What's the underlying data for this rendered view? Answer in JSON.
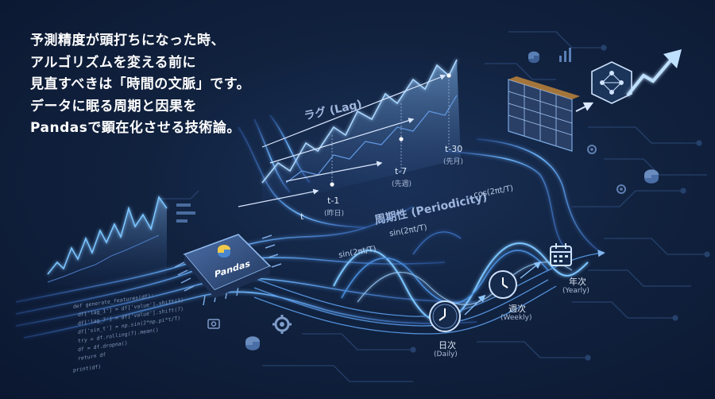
{
  "headline": {
    "lines": [
      "予測精度が頭打ちになった時、",
      "アルゴリズムを変える前に",
      "見直すべきは「時間の文脈」です。",
      "データに眠る周期と因果を",
      "Pandasで顕在化させる技術論。"
    ]
  },
  "lag": {
    "title": "ラグ (Lag)",
    "t_label": "t",
    "points": [
      {
        "label": "t-1",
        "sub": "(昨日)"
      },
      {
        "label": "t-7",
        "sub": "(先週)"
      },
      {
        "label": "t-30",
        "sub": "(先月)"
      }
    ]
  },
  "periodicity": {
    "title": "周期性 (Periodicity)",
    "sin_formula": "sin(2πt/T)",
    "cos_formula": "cos(2πt/T)",
    "sin_formula_2": "sin(2πt/T)"
  },
  "cycles": [
    {
      "label": "日次",
      "sub": "(Daily)"
    },
    {
      "label": "週次",
      "sub": "(Weekly)"
    },
    {
      "label": "年次",
      "sub": "(Yearly)"
    }
  ],
  "chip": {
    "label": "Pandas"
  },
  "code": {
    "lines": [
      "def generate_features(df):",
      "  df['lag_1'] = df['value'].shift(1)",
      "  df['lag_7'] = df['value'].shift(7)",
      "  df['sin_t'] = np.sin(2*np.pi*t/T)",
      "  try = df.rolling(7).mean()",
      "  df = df.dropna()",
      "  return df",
      "print(df)"
    ]
  },
  "colors": {
    "background": "#0d1b33",
    "accent": "#4aa3ff",
    "glow": "#7cc4ff",
    "text": "#ffffff"
  }
}
